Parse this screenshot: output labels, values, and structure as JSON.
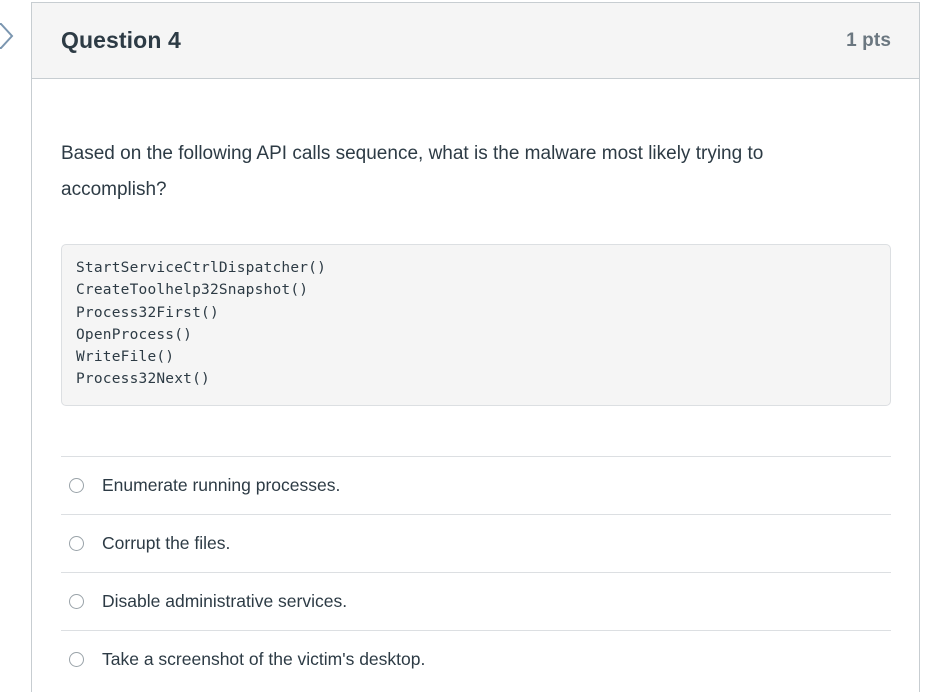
{
  "flag_marker": {
    "icon": "chevron-right-flag-icon",
    "color": "#7b96b0"
  },
  "question": {
    "title": "Question 4",
    "points": "1 pts",
    "prompt": "Based on the following API calls sequence, what is the malware most likely trying to accomplish?",
    "code_lines": [
      "StartServiceCtrlDispatcher()",
      "CreateToolhelp32Snapshot()",
      "Process32First()",
      "OpenProcess()",
      "WriteFile()",
      "Process32Next()"
    ],
    "answers": [
      {
        "label": "Enumerate running processes.",
        "selected": false
      },
      {
        "label": "Corrupt the files.",
        "selected": false
      },
      {
        "label": "Disable administrative services.",
        "selected": false
      },
      {
        "label": "Take a screenshot of the victim's desktop.",
        "selected": false
      }
    ]
  },
  "colors": {
    "text": "#2d3b45",
    "muted": "#6b7780",
    "border": "#c7cdd1",
    "header_bg": "#f5f5f5",
    "code_bg": "#f5f5f5",
    "code_border": "#dcdfe2",
    "radio_border": "#9aa3a9"
  }
}
